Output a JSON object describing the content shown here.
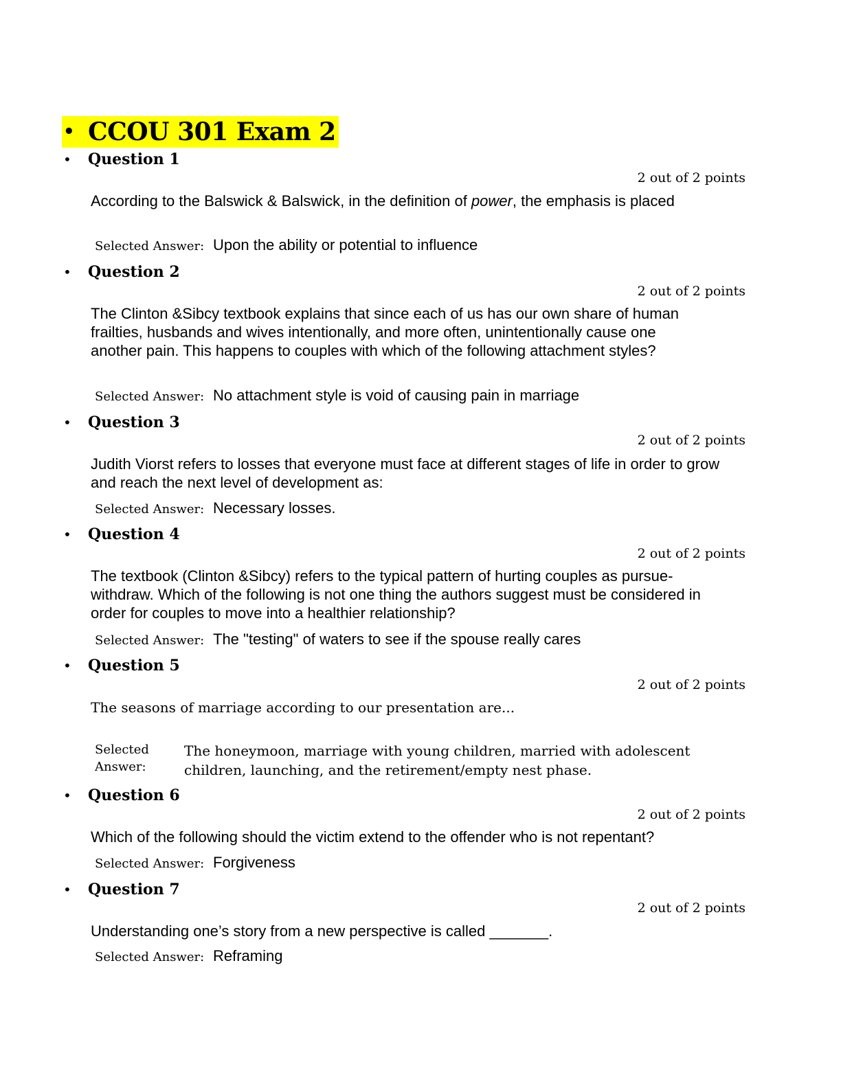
{
  "title": "CCOU 301 Exam 2",
  "bullet": "•",
  "answer_label": "Selected Answer:",
  "answer_label_split": [
    "Selected",
    "Answer:"
  ],
  "questions": [
    {
      "title": "Question 1",
      "points": "2 out of 2 points",
      "text_before": "According to the Balswick & Balswick, in the definition of ",
      "text_em": "power",
      "text_after": ", the emphasis is placed",
      "answer": "Upon the ability or potential to influence"
    },
    {
      "title": "Question 2",
      "points": "2 out of 2 points",
      "text": "The Clinton &Sibcy textbook explains that since each of us has our own share of human frailties, husbands and wives intentionally, and more often, unintentionally cause one another pain. This happens to couples with which of the following attachment styles?",
      "answer": "No attachment style is void of causing pain in marriage"
    },
    {
      "title": "Question 3",
      "points": "2 out of 2 points",
      "text": "Judith Viorst refers to losses that everyone must face at different stages of life in order to grow and reach the next level of development as:",
      "answer": "Necessary losses."
    },
    {
      "title": "Question 4",
      "points": "2 out of 2 points",
      "text": "The textbook (Clinton &Sibcy) refers to the typical pattern of hurting couples as pursue-withdraw. Which of the following is not one thing the authors suggest must be considered in order for couples to move into a healthier relationship?",
      "answer": "The \"testing\" of waters to see if the spouse really cares"
    },
    {
      "title": "Question 5",
      "points": "2 out of 2 points",
      "text": "The seasons of marriage according to our presentation are...",
      "answer": "The honeymoon, marriage with young children, married with adolescent children, launching, and the retirement/empty nest phase."
    },
    {
      "title": "Question 6",
      "points": "2 out of 2 points",
      "text": "Which of the following should the victim extend to the offender who is not repentant?",
      "answer": "Forgiveness"
    },
    {
      "title": "Question 7",
      "points": "2 out of 2 points",
      "text": "Understanding one’s story from a new perspective is called _______.",
      "answer": "Reframing"
    }
  ]
}
